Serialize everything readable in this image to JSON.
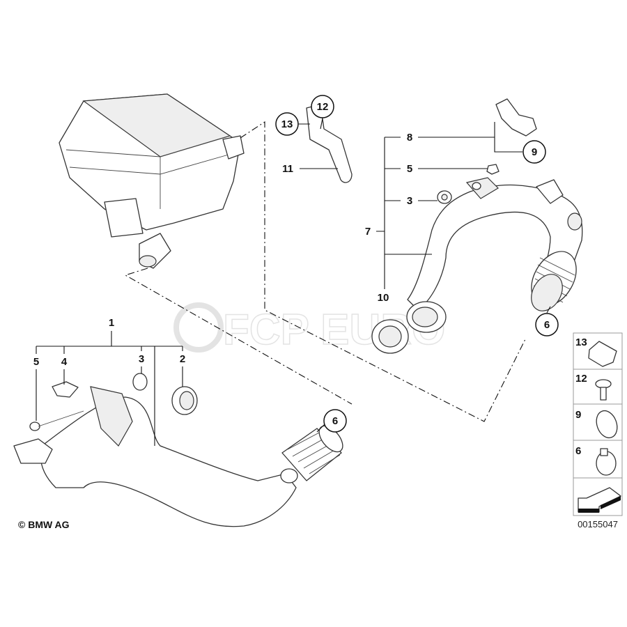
{
  "watermark": "FCP EURO",
  "copyright": "© BMW AG",
  "diagram_number": "00155047",
  "callouts_upper": {
    "c13": "13",
    "c12": "12",
    "c11": "11",
    "c8": "8",
    "c9": "9",
    "c5": "5",
    "c3": "3",
    "c7": "7",
    "c10": "10",
    "c6": "6"
  },
  "callouts_lower": {
    "c1": "1",
    "c5": "5",
    "c4": "4",
    "c3": "3",
    "c2": "2",
    "c6": "6"
  },
  "legend": [
    {
      "num": "13",
      "icon": "clip-icon"
    },
    {
      "num": "12",
      "icon": "screw-icon"
    },
    {
      "num": "9",
      "icon": "seal-ring-icon"
    },
    {
      "num": "6",
      "icon": "hose-clamp-icon"
    },
    {
      "num": "",
      "icon": "arrow-icon"
    }
  ]
}
